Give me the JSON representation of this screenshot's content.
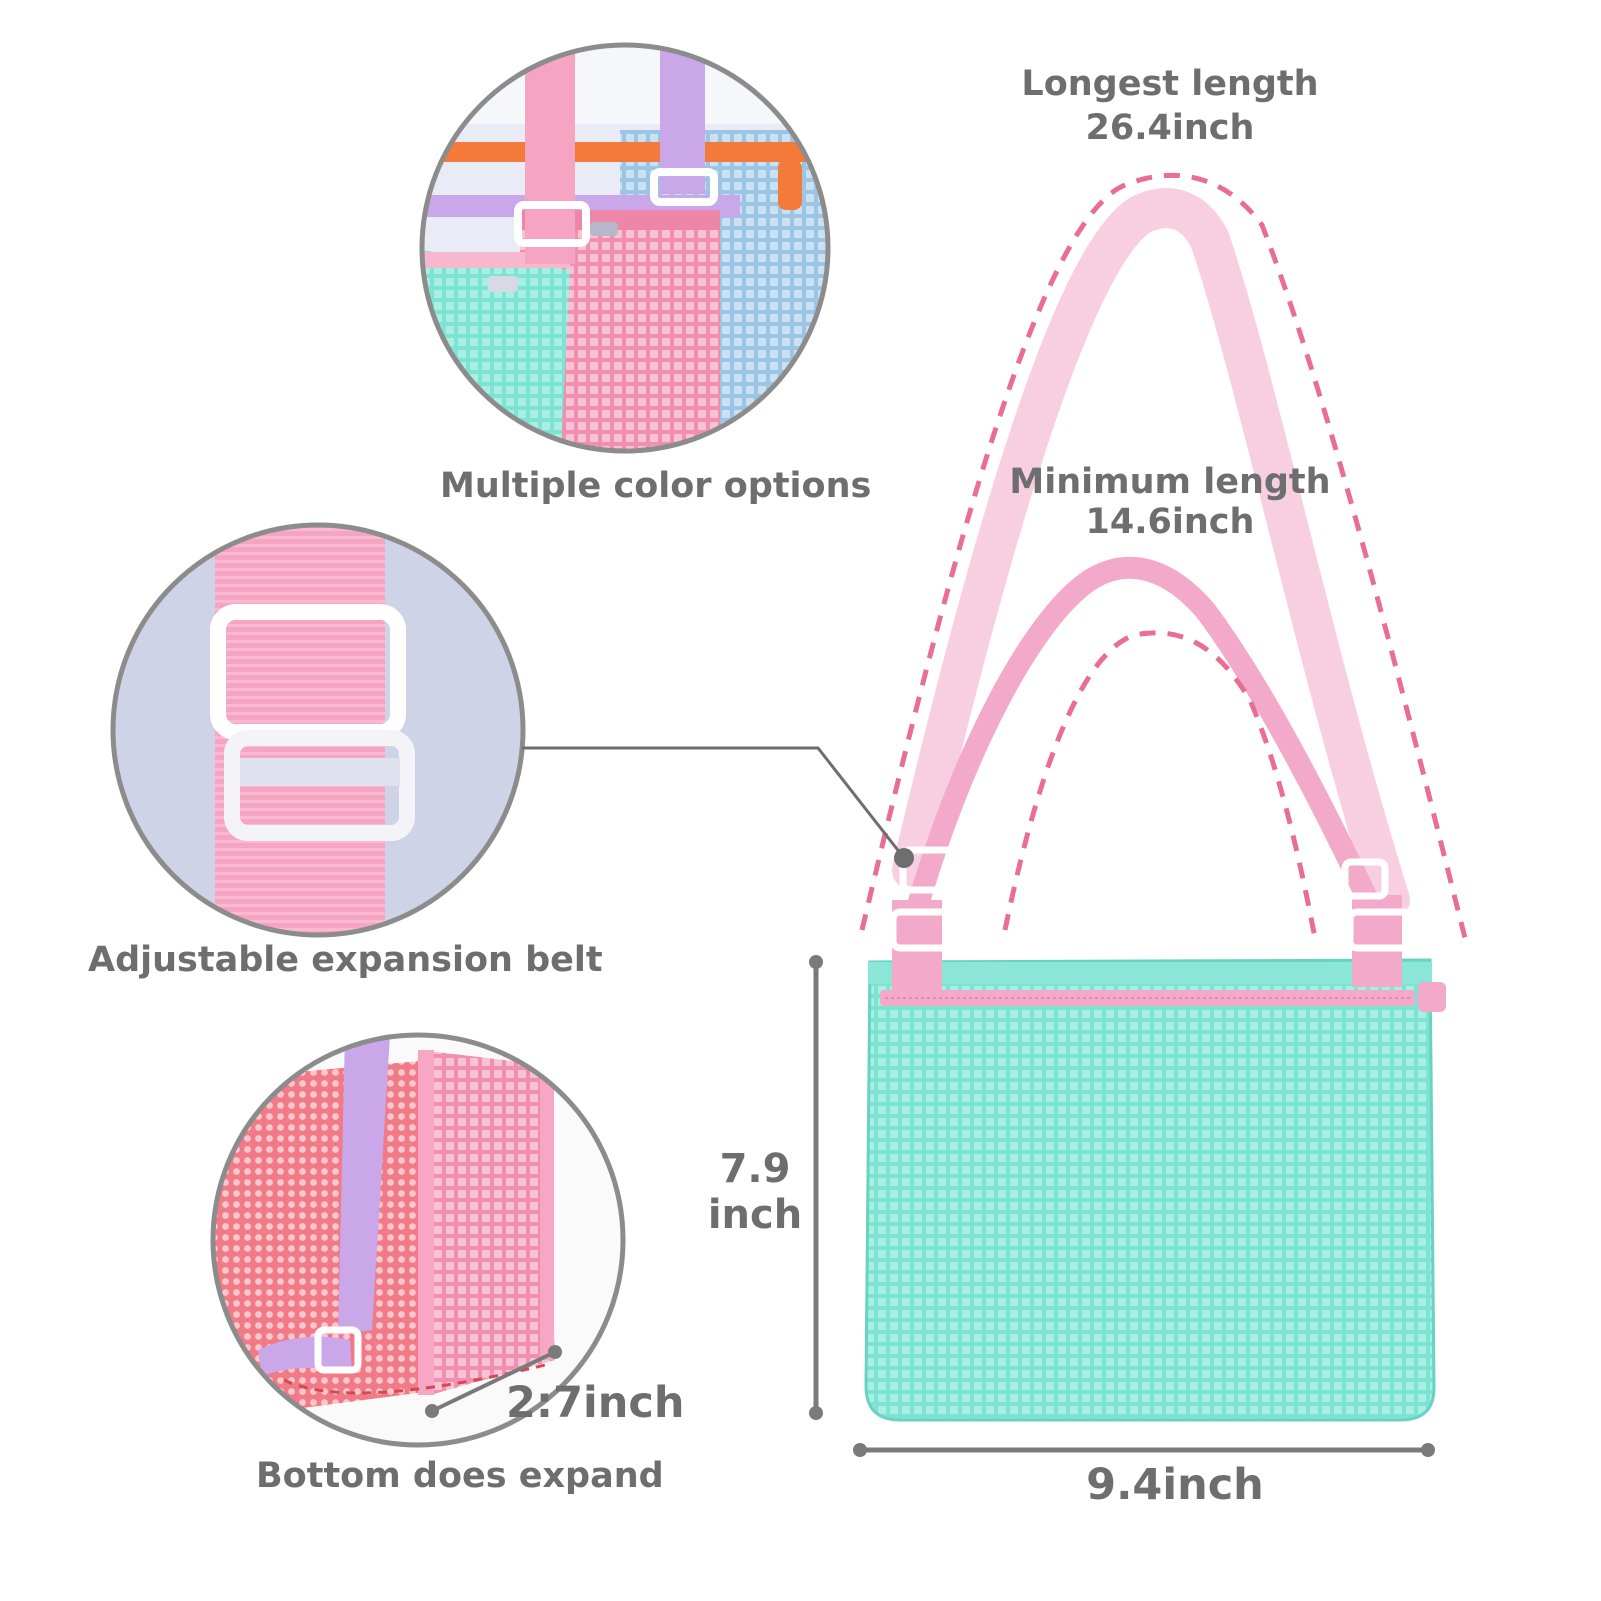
{
  "callouts": {
    "color_options": "Multiple color options",
    "belt": "Adjustable expansion belt",
    "bottom": "Bottom does expand"
  },
  "dimensions": {
    "longest_label": "Longest length",
    "longest_value": "26.4inch",
    "minimum_label": "Minimum length",
    "minimum_value": "14.6inch",
    "height_value": "7.9",
    "height_unit": "inch",
    "width_value": "9.4inch",
    "depth_value": "2:7inch"
  },
  "colors": {
    "mint_mesh": "#7fe3d3",
    "pink_strap": "#f3a9c9",
    "light_pink_strap": "#f8cfe0",
    "lavender": "#c9a7e8",
    "orange": "#f47a3a",
    "sky_blue": "#a9cfe9",
    "circle_bg": "#cfd3e8",
    "dash_pink": "#ea6d93",
    "dimension_gray": "#777777"
  }
}
